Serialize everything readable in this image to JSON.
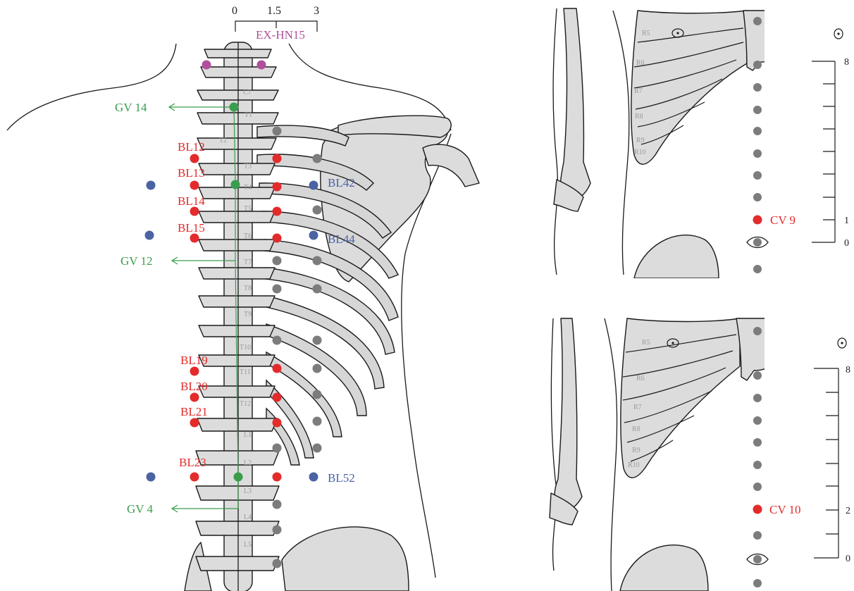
{
  "colors": {
    "gv": "#3a9d4e",
    "bl": "#e32b2b",
    "bl_outer": "#4a63a3",
    "exhn": "#b0509b",
    "gray": "#7c7c7c",
    "cv": "#e32b2b"
  },
  "top_scale": {
    "ticks": [
      "0",
      "1.5",
      "3"
    ]
  },
  "back": {
    "exhn_label": "EX-HN15",
    "gv_labels": [
      "GV 14",
      "GV 12",
      "GV 4"
    ],
    "bl_left_labels": [
      "BL12",
      "BL13",
      "BL14",
      "BL15",
      "BL19",
      "BL20",
      "BL21",
      "BL23"
    ],
    "bl_right_labels": [
      "BL42",
      "BL44",
      "BL52"
    ],
    "vertebrae": [
      "C7",
      "T1",
      "T2",
      "T3",
      "T4",
      "T5",
      "T6",
      "T7",
      "T8",
      "T9",
      "T10",
      "T11",
      "T12",
      "L1",
      "L2",
      "L3",
      "L4",
      "L5"
    ]
  },
  "panel_top": {
    "point_label": "CV 9",
    "scale_top": "8",
    "scale_mid": "1",
    "scale_bottom": "0",
    "ribs": [
      "R5",
      "R6",
      "R7",
      "R8",
      "R9",
      "R10"
    ]
  },
  "panel_bottom": {
    "point_label": "CV 10",
    "scale_top": "8",
    "scale_mid": "2",
    "scale_bottom": "0",
    "ribs": [
      "R5",
      "R6",
      "R7",
      "R8",
      "R9",
      "R10"
    ]
  }
}
